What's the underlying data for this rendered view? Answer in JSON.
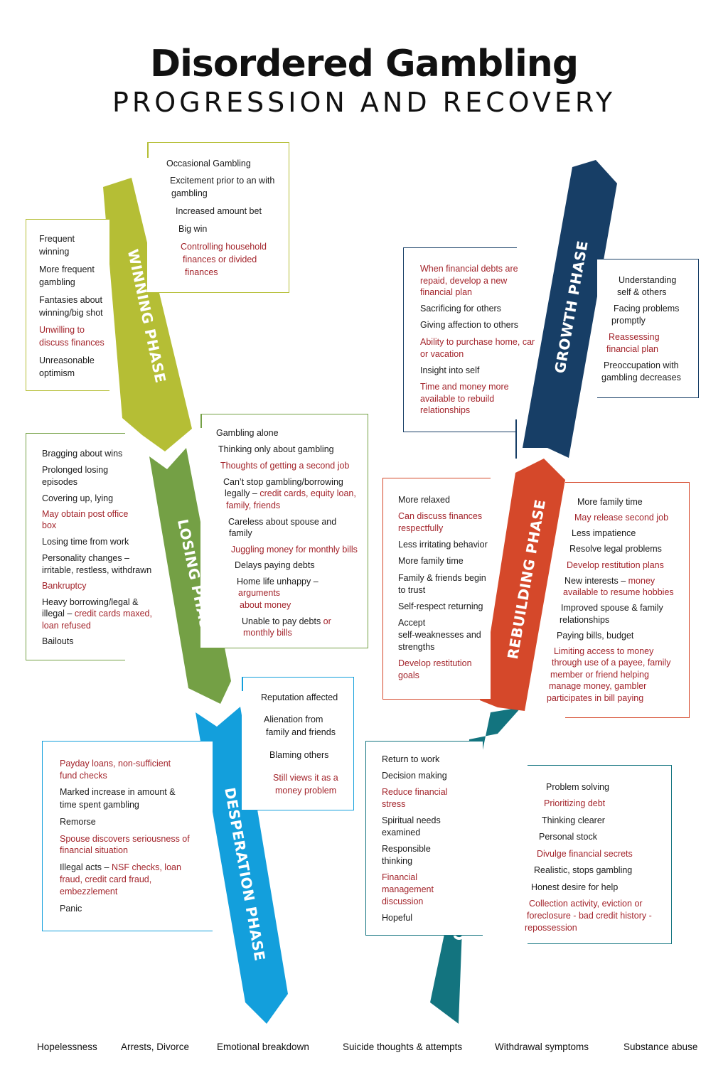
{
  "title": "Disordered Gambling",
  "subtitle": "PROGRESSION AND RECOVERY",
  "colors": {
    "winning": "#b5be35",
    "losing": "#74a045",
    "desperation": "#139fdc",
    "critical": "#13747f",
    "rebuilding": "#d5482a",
    "growth": "#173e66",
    "red_text": "#a3242b"
  },
  "phases": {
    "winning": "WINNING PHASE",
    "losing": "LOSING PHASE",
    "desperation": "DESPERATION PHASE",
    "critical": "CRITICAL  PHASE",
    "rebuilding": "REBUILDING PHASE",
    "growth": "GROWTH PHASE"
  },
  "winning_right": [
    "Occasional Gambling",
    "Excitement prior to an with",
    "gambling",
    "Increased amount bet",
    "Big win",
    "Controlling household",
    "finances or divided",
    "finances"
  ],
  "winning_left": [
    "Frequent",
    "winning",
    "More frequent",
    "gambling",
    "Fantasies about",
    "winning/big shot",
    "Unwilling to",
    "discuss finances",
    "Unreasonable",
    "optimism"
  ],
  "losing_left": [
    "Bragging about wins",
    "Prolonged losing",
    "episodes",
    "Covering up, lying",
    "May obtain post office",
    "box",
    "Losing time from work",
    "Personality changes –",
    "irritable, restless, withdrawn",
    "Bankruptcy",
    "Heavy borrowing/legal &",
    "illegal – ",
    "credit cards maxed,",
    "loan refused",
    "Bailouts"
  ],
  "losing_right": [
    "Gambling alone",
    "Thinking only about gambling",
    "Thoughts of getting a second job",
    "Can’t stop gambling/borrowing",
    "legally – ",
    "credit cards, equity loan,",
    "family, friends",
    "Careless about spouse and",
    "family",
    "Juggling money for monthly bills",
    "Delays paying debts",
    "Home life unhappy –",
    "arguments",
    "about money",
    "Unable to pay debts ",
    "or",
    "monthly bills"
  ],
  "desperation_right": [
    "Reputation affected",
    "Alienation from",
    "family and friends",
    "Blaming others",
    "Still views it as a",
    "money problem"
  ],
  "desperation_left": [
    "Payday loans, non-sufficient",
    "fund checks",
    "Marked increase in amount &",
    "time spent gambling",
    "Remorse",
    "Spouse discovers seriousness of",
    "financial situation",
    "Illegal acts – ",
    "NSF checks, loan",
    "fraud, credit card fraud,",
    "embezzlement",
    "Panic"
  ],
  "critical_left": [
    "Return to work",
    "Decision making",
    "Reduce financial",
    "stress",
    "Spiritual needs",
    "examined",
    "Responsible",
    "thinking",
    "Financial",
    "management",
    "discussion",
    "Hopeful"
  ],
  "critical_right": [
    "Problem solving",
    "Prioritizing debt",
    "Thinking clearer",
    "Personal stock",
    "Divulge financial secrets",
    "Realistic, stops gambling",
    "Honest desire for help",
    "Collection activity, eviction or",
    "foreclosure - bad credit history -",
    "repossession"
  ],
  "rebuilding_left": [
    "More relaxed",
    "Can discuss finances",
    "respectfully",
    "Less irritating behavior",
    "More family time",
    "Family & friends begin",
    "to trust",
    "Self-respect returning",
    "Accept",
    "self-weaknesses and",
    "strengths",
    "Develop restitution",
    "goals"
  ],
  "rebuilding_right": [
    "More family time",
    "May release second job",
    "Less impatience",
    "Resolve legal problems",
    "Develop restitution plans",
    "New interests – ",
    "money",
    "available to resume hobbies",
    "Improved spouse & family",
    "relationships",
    "Paying bills, budget",
    "Limiting access to money",
    "through use of a payee, family",
    "member or friend helping",
    "manage money, gambler",
    "participates in bill paying"
  ],
  "growth_left": [
    "When financial debts are",
    "repaid, develop a new",
    "financial plan",
    "Sacrificing for others",
    "Giving affection to others",
    "Ability to purchase home, car",
    "or vacation",
    "Insight into self",
    "Time and money more",
    "available to rebuild",
    "relationships"
  ],
  "growth_right": [
    "Understanding",
    "self & others",
    "Facing problems",
    "promptly",
    "Reassessing",
    "financial plan",
    "Preoccupation with",
    "gambling decreases"
  ],
  "bottom": [
    "Hopelessness",
    "Arrests, Divorce",
    "Emotional breakdown",
    "Suicide thoughts & attempts",
    "Withdrawal symptoms",
    "Substance abuse"
  ]
}
